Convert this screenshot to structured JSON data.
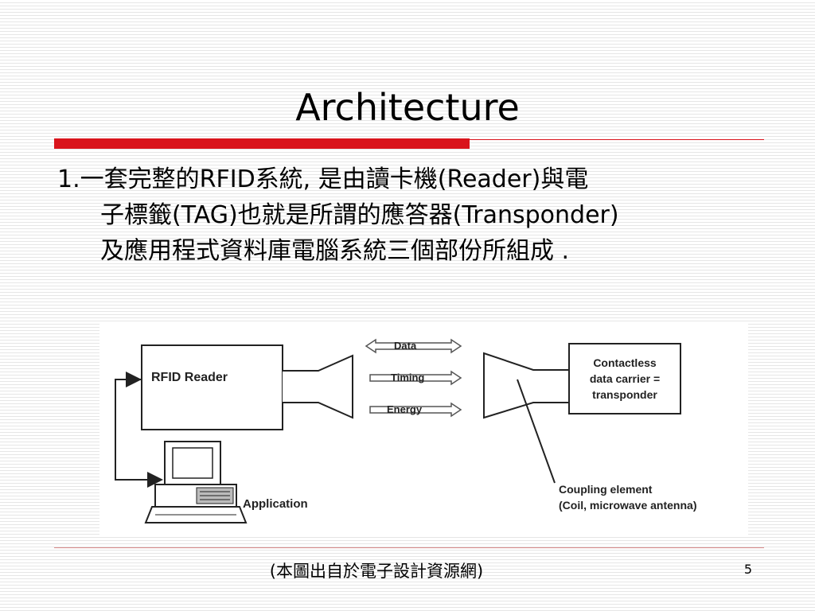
{
  "slide": {
    "title": "Architecture",
    "bullet": {
      "line1": "1.一套完整的RFID系統, 是由讀卡機(Reader)與電",
      "line2": "子標籤(TAG)也就是所謂的應答器(Transponder)",
      "line3": "及應用程式資料庫電腦系統三個部份所組成 ."
    },
    "caption": "(本圖出自於電子設計資源網)",
    "page_number": "5",
    "colors": {
      "accent_red": "#d9141c",
      "stripe": "#e6e6e6"
    }
  },
  "diagram": {
    "reader_label": "RFID Reader",
    "arrows": [
      "Data",
      "Timing",
      "Energy"
    ],
    "transponder_lines": [
      "Contactless",
      "data carrier =",
      "transponder"
    ],
    "coupling_lines": [
      "Coupling element",
      "(Coil, microwave antenna)"
    ],
    "application_label": "Application"
  }
}
